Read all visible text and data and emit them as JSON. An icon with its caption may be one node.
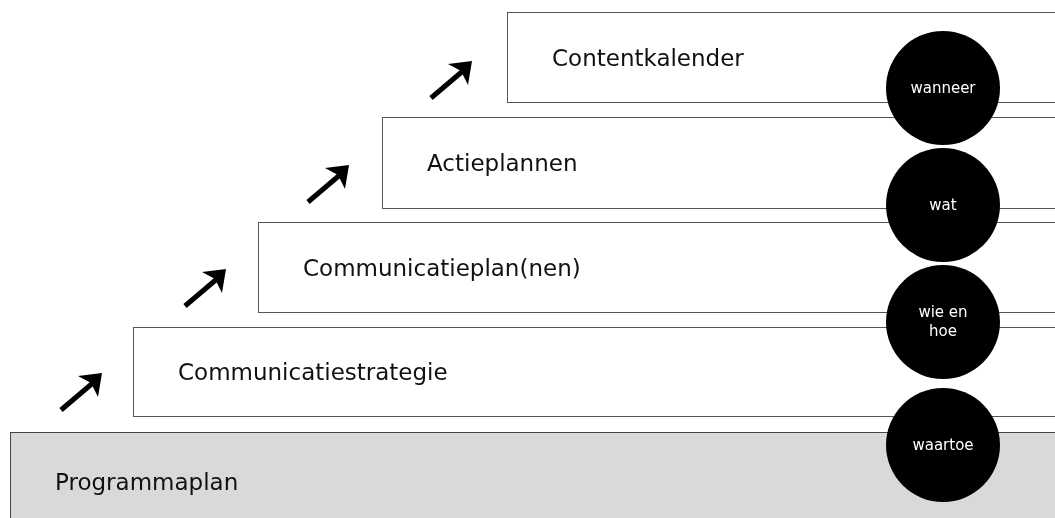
{
  "diagram": {
    "nodes": [
      {
        "text": [
          "Contentkalender"
        ]
      },
      {
        "text": [
          "wanneer"
        ]
      },
      {
        "text": [
          "Actieplannen"
        ]
      },
      {
        "text": [
          "wat"
        ]
      },
      {
        "text": [
          "Communicatieplan(nen)"
        ]
      },
      {
        "text": [
          "wie en hoe"
        ]
      },
      {
        "text": [
          "Communicatiestrategie"
        ]
      },
      {
        "text": [
          "waartoe"
        ]
      },
      {
        "text": [
          "Programmaplan"
        ]
      }
    ]
  }
}
